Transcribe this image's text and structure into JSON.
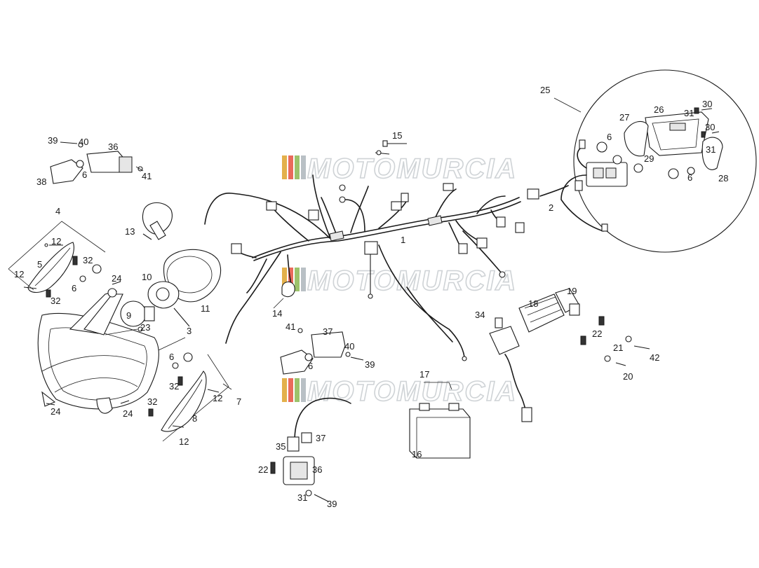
{
  "watermark": {
    "text": "MOTOMURCIA",
    "stripe_colors": [
      "#e3b04b",
      "#e96a5b",
      "#9cc26b",
      "#b9c0c5"
    ]
  },
  "labels": [
    {
      "id": "l1",
      "text": "1"
    },
    {
      "id": "l2",
      "text": "2"
    },
    {
      "id": "l3",
      "text": "3"
    },
    {
      "id": "l4",
      "text": "4"
    },
    {
      "id": "l5",
      "text": "5"
    },
    {
      "id": "l6a",
      "text": "6"
    },
    {
      "id": "l6b",
      "text": "6"
    },
    {
      "id": "l6c",
      "text": "6"
    },
    {
      "id": "l6d",
      "text": "6"
    },
    {
      "id": "l6e",
      "text": "6"
    },
    {
      "id": "l6f",
      "text": "6"
    },
    {
      "id": "l7",
      "text": "7"
    },
    {
      "id": "l8",
      "text": "8"
    },
    {
      "id": "l9",
      "text": "9"
    },
    {
      "id": "l10",
      "text": "10"
    },
    {
      "id": "l11",
      "text": "11"
    },
    {
      "id": "l12a",
      "text": "12"
    },
    {
      "id": "l12b",
      "text": "12"
    },
    {
      "id": "l12c",
      "text": "12"
    },
    {
      "id": "l12d",
      "text": "12"
    },
    {
      "id": "l13",
      "text": "13"
    },
    {
      "id": "l14",
      "text": "14"
    },
    {
      "id": "l15",
      "text": "15"
    },
    {
      "id": "l16",
      "text": "16"
    },
    {
      "id": "l17",
      "text": "17"
    },
    {
      "id": "l18",
      "text": "18"
    },
    {
      "id": "l19",
      "text": "19"
    },
    {
      "id": "l20",
      "text": "20"
    },
    {
      "id": "l21",
      "text": "21"
    },
    {
      "id": "l22a",
      "text": "22"
    },
    {
      "id": "l22b",
      "text": "22"
    },
    {
      "id": "l23",
      "text": "23"
    },
    {
      "id": "l24a",
      "text": "24"
    },
    {
      "id": "l24b",
      "text": "24"
    },
    {
      "id": "l24c",
      "text": "24"
    },
    {
      "id": "l25",
      "text": "25"
    },
    {
      "id": "l26",
      "text": "26"
    },
    {
      "id": "l27",
      "text": "27"
    },
    {
      "id": "l28",
      "text": "28"
    },
    {
      "id": "l29",
      "text": "29"
    },
    {
      "id": "l30a",
      "text": "30"
    },
    {
      "id": "l30b",
      "text": "30"
    },
    {
      "id": "l31a",
      "text": "31"
    },
    {
      "id": "l31b",
      "text": "31"
    },
    {
      "id": "l31c",
      "text": "31"
    },
    {
      "id": "l32a",
      "text": "32"
    },
    {
      "id": "l32b",
      "text": "32"
    },
    {
      "id": "l32c",
      "text": "32"
    },
    {
      "id": "l32d",
      "text": "32"
    },
    {
      "id": "l34",
      "text": "34"
    },
    {
      "id": "l35",
      "text": "35"
    },
    {
      "id": "l36a",
      "text": "36"
    },
    {
      "id": "l36b",
      "text": "36"
    },
    {
      "id": "l37a",
      "text": "37"
    },
    {
      "id": "l37b",
      "text": "37"
    },
    {
      "id": "l38",
      "text": "38"
    },
    {
      "id": "l39a",
      "text": "39"
    },
    {
      "id": "l39b",
      "text": "39"
    },
    {
      "id": "l39c",
      "text": "39"
    },
    {
      "id": "l40a",
      "text": "40"
    },
    {
      "id": "l40b",
      "text": "40"
    },
    {
      "id": "l41a",
      "text": "41"
    },
    {
      "id": "l41b",
      "text": "41"
    },
    {
      "id": "l42",
      "text": "42"
    }
  ]
}
